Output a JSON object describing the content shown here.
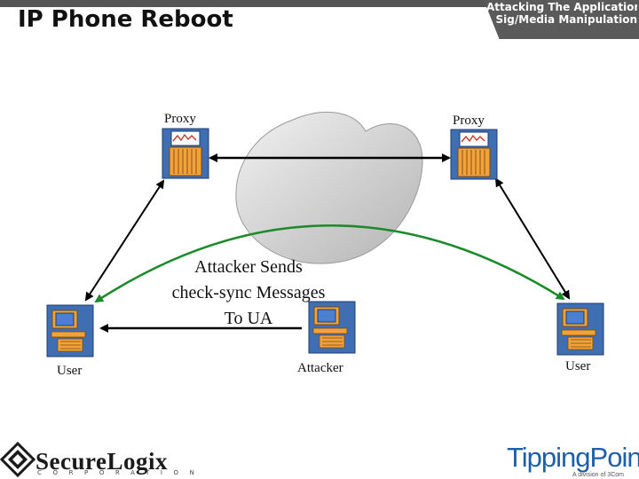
{
  "slide": {
    "title": "IP Phone Reboot",
    "section_line1": "Attacking The Application",
    "section_line2": "Sig/Media Manipulation"
  },
  "diagram": {
    "proxy_left_label": "Proxy",
    "proxy_right_label": "Proxy",
    "user_left_label": "User",
    "user_right_label": "User",
    "attacker_label": "Attacker",
    "callout_line1": "Attacker Sends",
    "callout_line2": "check-sync Messages",
    "callout_line3": "To UA"
  },
  "logos": {
    "left_word": "SecureLogix",
    "left_sub": "CORPORATION",
    "right_word": "TippingPoint",
    "right_sub": "A division of 3Com"
  },
  "colors": {
    "accent_green": "#1c8a2a",
    "header_gray": "#5a5a5a",
    "device_blue": "#3f6fb2",
    "device_orange": "#f2a23a"
  }
}
